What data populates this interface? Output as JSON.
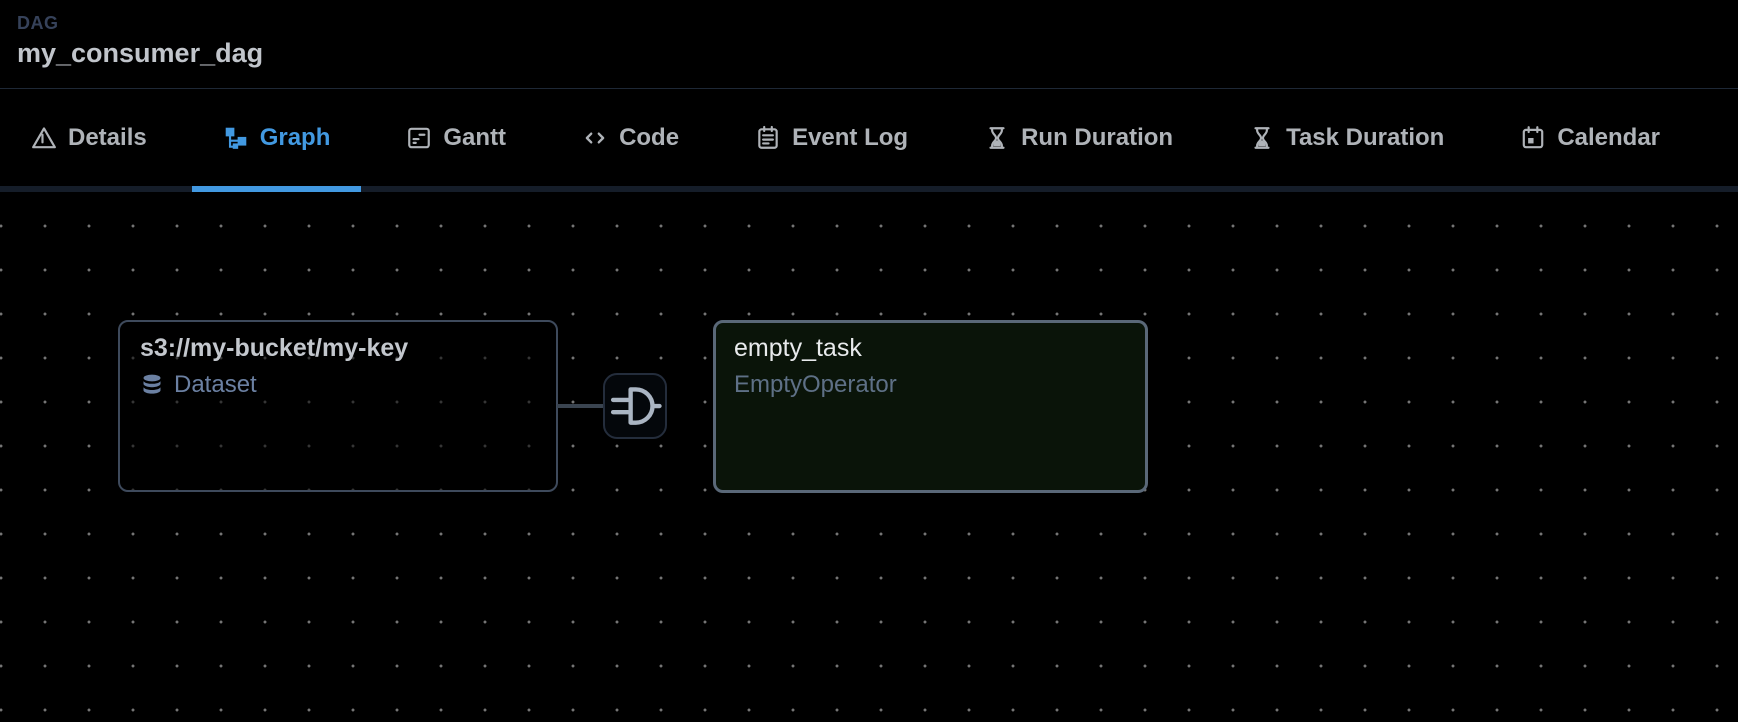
{
  "header": {
    "kicker": "DAG",
    "title": "my_consumer_dag"
  },
  "tabs": [
    {
      "label": "Details",
      "icon": "warning-triangle-icon",
      "active": false
    },
    {
      "label": "Graph",
      "icon": "hierarchy-icon",
      "active": true
    },
    {
      "label": "Gantt",
      "icon": "gantt-chart-icon",
      "active": false
    },
    {
      "label": "Code",
      "icon": "code-icon",
      "active": false
    },
    {
      "label": "Event Log",
      "icon": "event-log-icon",
      "active": false
    },
    {
      "label": "Run Duration",
      "icon": "hourglass-icon",
      "active": false
    },
    {
      "label": "Task Duration",
      "icon": "hourglass-icon",
      "active": false
    },
    {
      "label": "Calendar",
      "icon": "calendar-icon",
      "active": false
    }
  ],
  "graph": {
    "dataset_node": {
      "title": "s3://my-bucket/my-key",
      "type_label": "Dataset",
      "icon": "database-icon"
    },
    "condition_node": {
      "icon": "dataset-condition-gate-icon"
    },
    "task_node": {
      "title": "empty_task",
      "operator": "EmptyOperator"
    }
  },
  "colors": {
    "accent_blue": "#4299e1",
    "inactive_tab": "#afb3b8",
    "slate_label": "#6b80a2",
    "task_fill": "#0a1409",
    "task_border": "#5a6878",
    "dataset_border": "#3e4a5c",
    "background": "#000000"
  }
}
